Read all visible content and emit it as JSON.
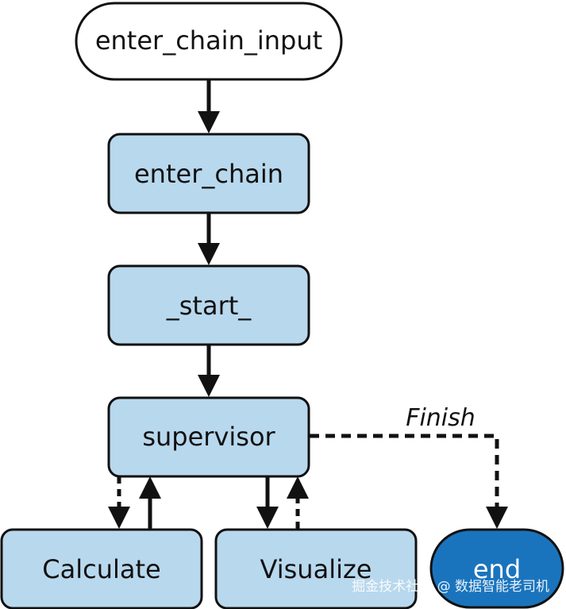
{
  "nodes": {
    "enter_chain_input": "enter_chain_input",
    "enter_chain": "enter_chain",
    "start": "_start_",
    "supervisor": "supervisor",
    "calculate": "Calculate",
    "visualize": "Visualize",
    "end": "end"
  },
  "edge_labels": {
    "finish": "Finish"
  },
  "watermark": "掘金技术社区 @ 数据智能老司机",
  "colors": {
    "node_fill": "#b8d8ed",
    "end_fill": "#1a74bd",
    "stroke": "#111111"
  }
}
